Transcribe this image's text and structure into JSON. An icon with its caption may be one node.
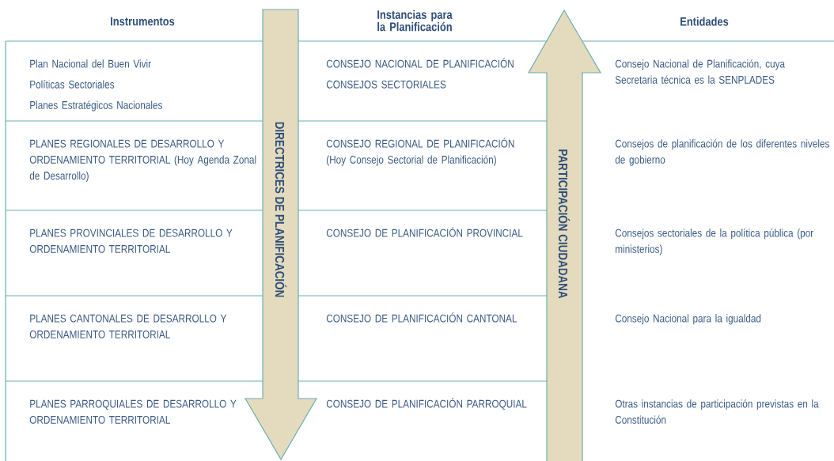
{
  "diagram": {
    "nodes": [
      {
        "text": [
          "DIRECTRICES DE PLANIFICACIÓN"
        ]
      },
      {
        "text": [
          "PARTICIPACIÓN CIUDADANA"
        ]
      }
    ],
    "labels": [
      "Instrumentos",
      "Instancias para la Planificación",
      "Entidades",
      "Plan Nacional del Buen Vivir",
      "Políticas Sectoriales",
      "Planes Estratégicos Nacionales",
      "CONSEJO NACIONAL DE PLANIFICACIÓN",
      "CONSEJOS SECTORIALES",
      "Consejo Nacional de Planificación, cuya Secretaria técnica es la SENPLADES",
      "PLANES REGIONALES DE DESARROLLO Y ORDENAMIENTO TERRITORIAL (Hoy Agenda Zonal de Desarrollo)",
      "CONSEJO REGIONAL DE PLANIFICACIÓN (Hoy Consejo Sectorial de Planificación)",
      "Consejos de planificación de los diferentes niveles de gobierno",
      "PLANES PROVINCIALES DE DESARROLLO Y ORDENAMIENTO TERRITORIAL",
      "CONSEJO DE PLANIFICACIÓN PROVINCIAL",
      "Consejos sectoriales de la política pública (por ministerios)",
      "PLANES CANTONALES DE DESARROLLO Y ORDENAMIENTO TERRITORIAL",
      "CONSEJO DE PLANIFICACIÓN CANTONAL",
      "Consejo Nacional para la igualdad",
      "PLANES PARROQUIALES DE DESARROLLO Y ORDENAMIENTO TERRITORIAL",
      "CONSEJO DE PLANIFICACIÓN PARROQUIAL",
      "Otras instancias de participación previstas en la Constitución"
    ]
  }
}
